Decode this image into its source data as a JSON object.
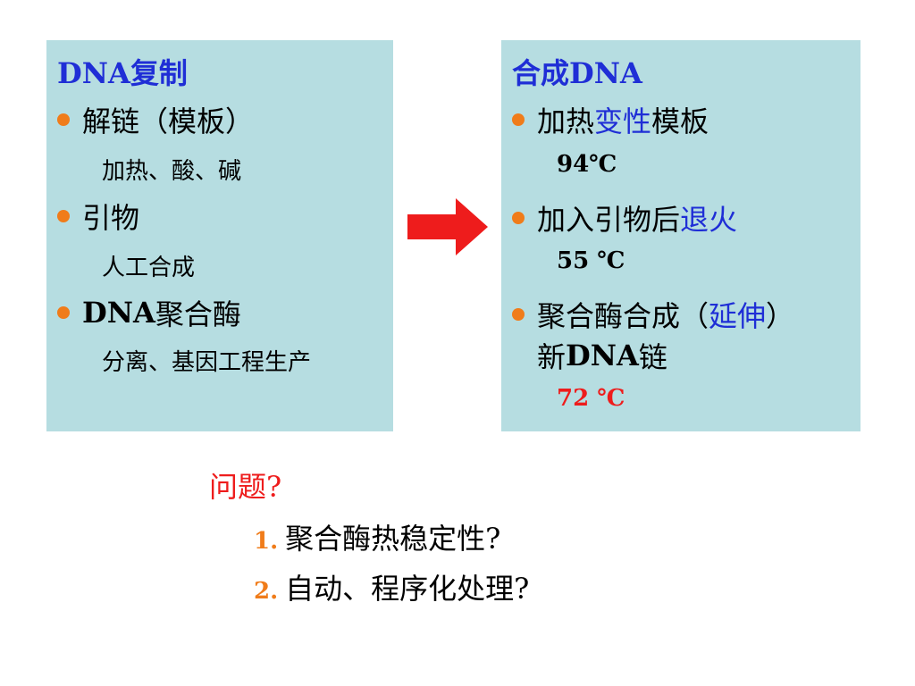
{
  "left_box": {
    "title": "DNA复制",
    "items": [
      {
        "label": "解链（模板）",
        "sub": "加热、酸、碱"
      },
      {
        "label": "引物",
        "sub": "人工合成"
      },
      {
        "label_latin": "DNA",
        "label_rest": "聚合酶",
        "sub": "分离、基因工程生产"
      }
    ]
  },
  "right_box": {
    "title": "合成DNA",
    "item1": {
      "prefix": "加热",
      "highlight": "变性",
      "suffix": "模板",
      "temp": "94℃"
    },
    "item2": {
      "prefix": "加入引物后",
      "highlight": "退火",
      "temp": "55 ℃"
    },
    "item3": {
      "line1_prefix": "聚合酶合成（",
      "line1_highlight": "延伸",
      "line1_suffix": "）",
      "line2_prefix": "新",
      "line2_latin": "DNA",
      "line2_suffix": "链",
      "temp": "72 ℃"
    }
  },
  "arrow": {
    "color": "#ee1c1c"
  },
  "questions": {
    "heading": "问题?",
    "items": [
      {
        "num": "1.",
        "text": "聚合酶热稳定性?"
      },
      {
        "num": "2.",
        "text": "自动、程序化处理?"
      }
    ]
  },
  "colors": {
    "box_bg": "#b6dde1",
    "accent_blue": "#1f2ed6",
    "accent_red": "#ee1c1c",
    "bullet_orange": "#f07c1a"
  }
}
